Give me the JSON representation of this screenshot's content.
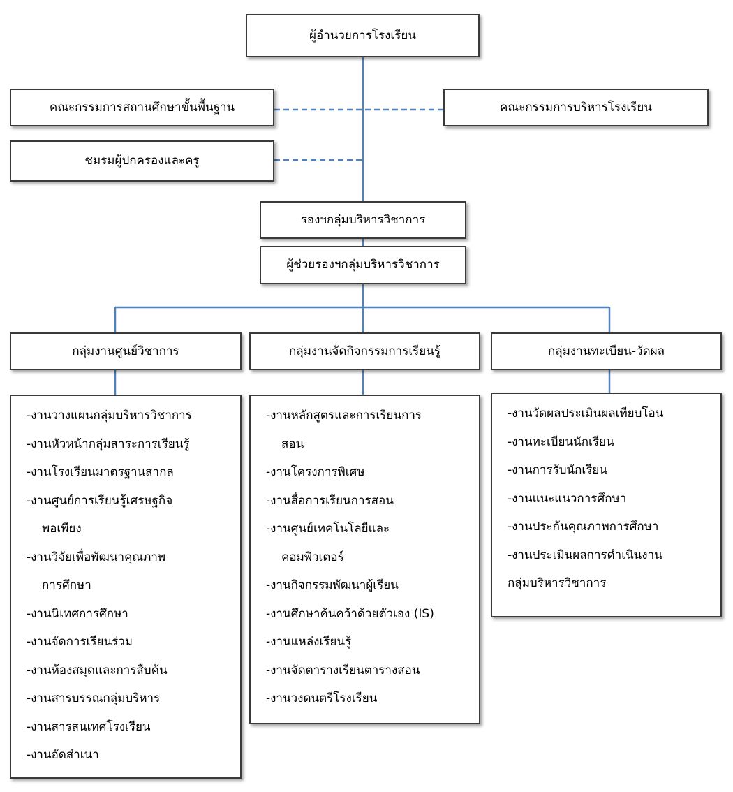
{
  "director": "ผู้อำนวยการโรงเรียน",
  "basic_board": "คณะกรรมการสถานศึกษาขั้นพื้นฐาน",
  "admin_board": "คณะกรรมการบริหารโรงเรียน",
  "parents_club": "ชมรมผู้ปกครองและครู",
  "deputy": "รองฯกลุ่มบริหารวิชาการ",
  "assistant": "ผู้ช่วยรองฯกลุ่มบริหารวิชาการ",
  "groups": [
    {
      "title": "กลุ่มงานศูนย์วิชาการ",
      "items": [
        [
          "-งานวางแผนกลุ่มบริหารวิชาการ"
        ],
        [
          "-งานหัวหน้ากลุ่มสาระการเรียนรู้"
        ],
        [
          "-งานโรงเรียนมาตรฐานสากล"
        ],
        [
          "-งานศูนย์การเรียนรู้เศรษฐกิจ",
          "พอเพียง"
        ],
        [
          "-งานวิจัยเพื่อพัฒนาคุณภาพ",
          "การศึกษา"
        ],
        [
          "-งานนิเทศการศึกษา"
        ],
        [
          "-งานจัดการเรียนร่วม"
        ],
        [
          "-งานห้องสมุดและการสืบค้น"
        ],
        [
          "-งานสารบรรณกลุ่มบริหาร"
        ],
        [
          "-งานสารสนเทศโรงเรียน"
        ],
        [
          "-งานอัดสำเนา"
        ]
      ]
    },
    {
      "title": "กลุ่มงานจัดกิจกรรมการเรียนรู้",
      "items": [
        [
          "-งานหลักสูตรและการเรียนการ",
          "สอน"
        ],
        [
          "-งานโครงการพิเศษ"
        ],
        [
          "-งานสื่อการเรียนการสอน"
        ],
        [
          "-งานศูนย์เทคโนโลยีและ",
          "คอมพิวเตอร์"
        ],
        [
          "-งานกิจกรรมพัฒนาผู้เรียน"
        ],
        [
          "-งานศึกษาค้นคว้าด้วยตัวเอง (IS)"
        ],
        [
          "-งานแหล่งเรียนรู้"
        ],
        [
          "-งานจัดตารางเรียนตารางสอน"
        ],
        [
          "-งานวงดนตรีโรงเรียน"
        ]
      ]
    },
    {
      "title": "กลุ่มงานทะเบียน-วัดผล",
      "items": [
        [
          "-งานวัดผลประเมินผลเทียบโอน"
        ],
        [
          "-งานทะเบียนนักเรียน"
        ],
        [
          "-งานการรับนักเรียน"
        ],
        [
          "-งานแนะแนวการศึกษา"
        ],
        [
          "-งานประกันคุณภาพการศึกษา"
        ],
        [
          "-งานประเมินผลการดำเนินงาน",
          "กลุ่มบริหารวิชาการ"
        ]
      ]
    }
  ],
  "colors": {
    "connector": "#4f81bd",
    "border": "#3a3a3a",
    "text": "#000000"
  }
}
